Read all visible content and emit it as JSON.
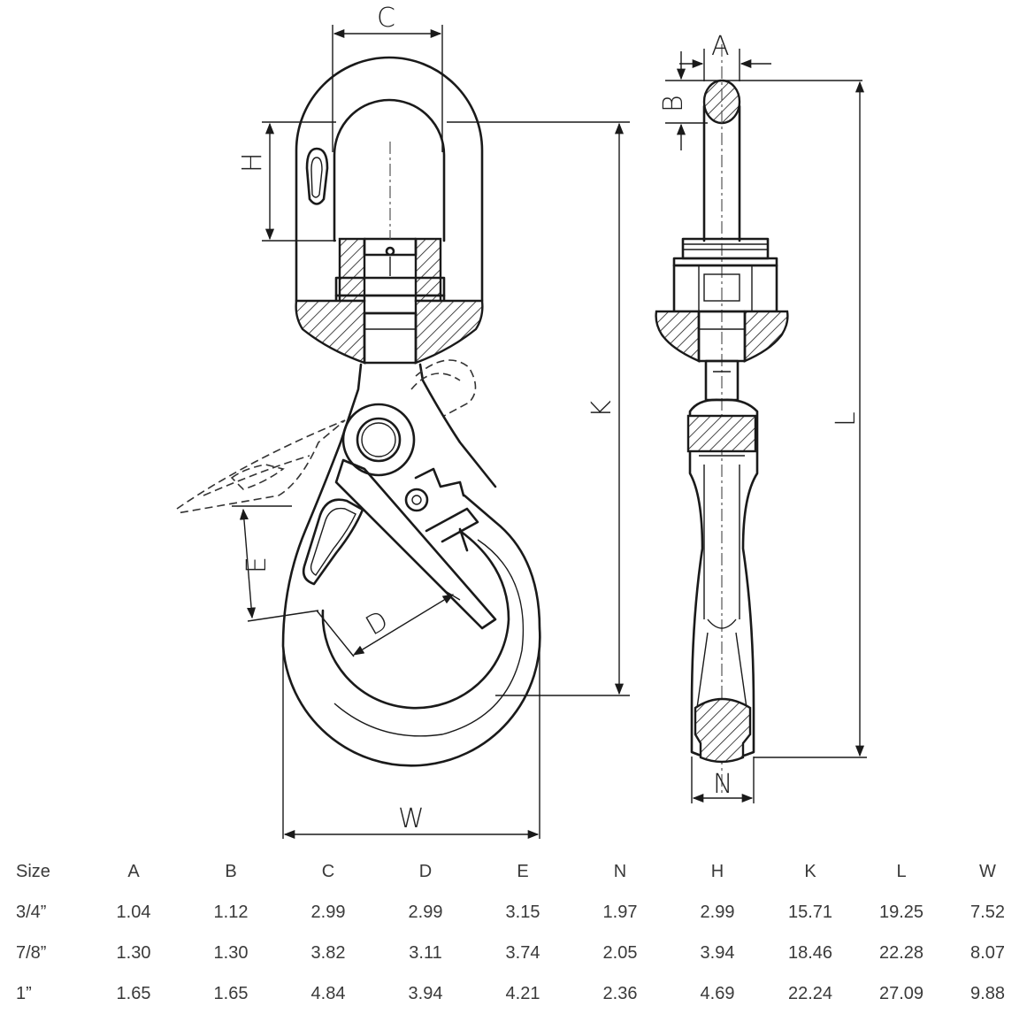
{
  "diagram": {
    "labels": {
      "A": "A",
      "B": "B",
      "C": "C",
      "D": "D",
      "E": "E",
      "H": "H",
      "K": "K",
      "L": "L",
      "N": "N",
      "W": "W"
    }
  },
  "table": {
    "headers": [
      "Size",
      "A",
      "B",
      "C",
      "D",
      "E",
      "N",
      "H",
      "K",
      "L",
      "W"
    ],
    "rows": [
      [
        "3/4”",
        "1.04",
        "1.12",
        "2.99",
        "2.99",
        "3.15",
        "1.97",
        "2.99",
        "15.71",
        "19.25",
        "7.52"
      ],
      [
        "7/8”",
        "1.30",
        "1.30",
        "3.82",
        "3.11",
        "3.74",
        "2.05",
        "3.94",
        "18.46",
        "22.28",
        "8.07"
      ],
      [
        "1”",
        "1.65",
        "1.65",
        "4.84",
        "3.94",
        "4.21",
        "2.36",
        "4.69",
        "22.24",
        "27.09",
        "9.88"
      ]
    ]
  }
}
